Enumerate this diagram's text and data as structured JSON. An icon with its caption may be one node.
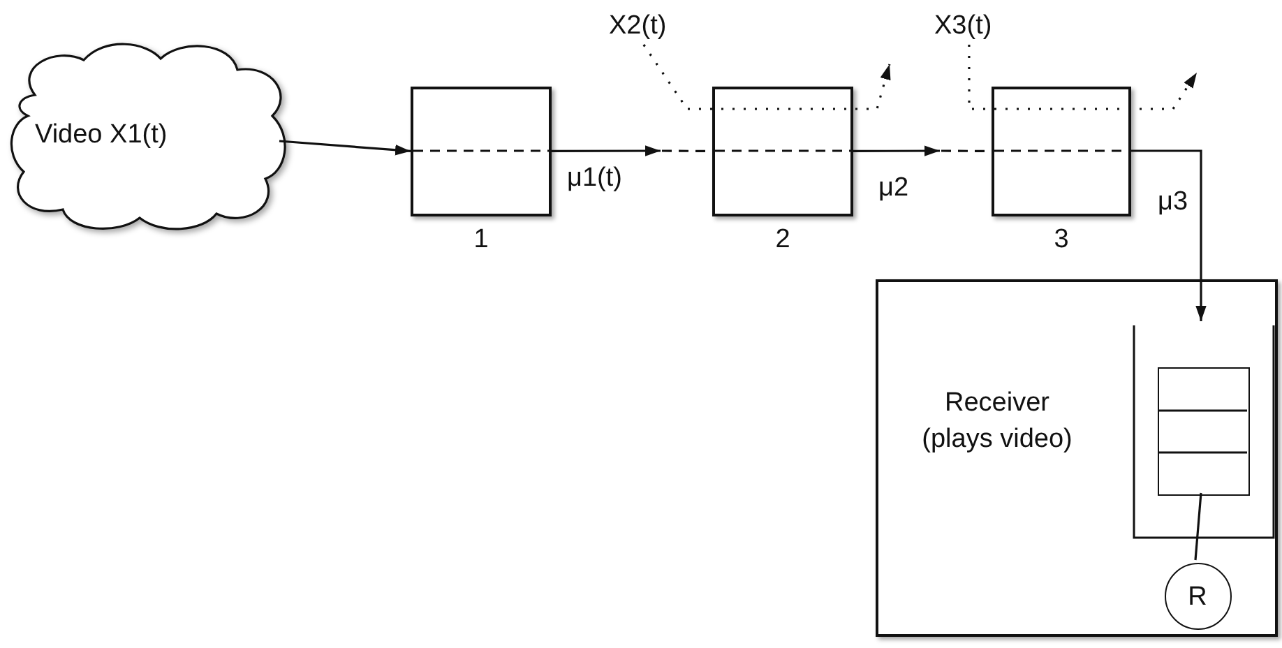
{
  "diagram": {
    "nodes": [
      {
        "text": [
          "Video X1(t)"
        ]
      },
      {
        "text": [
          "X2(t)"
        ]
      },
      {
        "text": [
          "X3(t)"
        ]
      },
      {
        "text": [],
        "shape": "box",
        "beside": [
          "1"
        ]
      },
      {
        "text": [],
        "shape": "box",
        "beside": [
          "2"
        ]
      },
      {
        "text": [],
        "shape": "box",
        "beside": [
          "3"
        ]
      },
      {
        "text": [
          "Receiver (plays video)"
        ]
      },
      {
        "text": [],
        "shape": "box",
        "in": 6
      },
      {
        "text": [],
        "shape": "box",
        "in": 7
      },
      {
        "text": [
          "R"
        ],
        "in": 6
      }
    ],
    "edges": [
      {
        "from": 0,
        "to": 3,
        "arrow": "to"
      },
      {
        "from": 3,
        "to": null,
        "arrow": "to",
        "label": "μ1(t)"
      },
      {
        "from": 4,
        "to": null,
        "arrow": "to",
        "label": "μ2"
      },
      {
        "from": 5,
        "to": 7,
        "arrow": "to",
        "label": "μ3"
      },
      {
        "from": 8,
        "to": 9,
        "arrow": "none"
      },
      {
        "from": 1,
        "to": null,
        "arrow": "to",
        "style": "dashed"
      },
      {
        "from": 2,
        "to": null,
        "arrow": "to",
        "style": "dashed"
      },
      {
        "from": null,
        "to": 4,
        "arrow": "none",
        "style": "dashed"
      },
      {
        "from": null,
        "to": 5,
        "arrow": "none",
        "style": "dashed"
      }
    ]
  }
}
